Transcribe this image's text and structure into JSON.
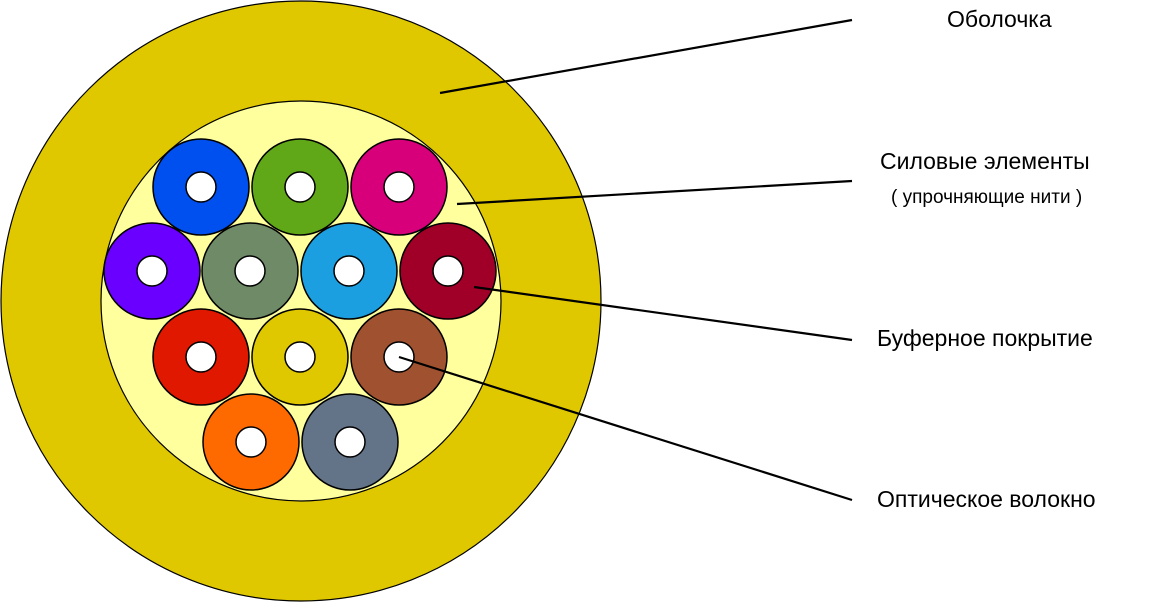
{
  "labels": {
    "sheath": "Оболочка",
    "strength_members": "Силовые элементы",
    "strength_members_note": "( упрочняющие нити )",
    "buffer_coating": "Буферное покрытие",
    "optical_fiber": "Оптическое волокно"
  },
  "colors": {
    "sheath": "#e0c800",
    "filler": "#ffff9e",
    "core": "#ffffff",
    "fibers": [
      "#0050f0",
      "#60a818",
      "#d8007a",
      "#6a00ff",
      "#6e8a66",
      "#1c9fe0",
      "#a00028",
      "#e01800",
      "#e0c800",
      "#a05230",
      "#ff6a00",
      "#647488"
    ]
  }
}
